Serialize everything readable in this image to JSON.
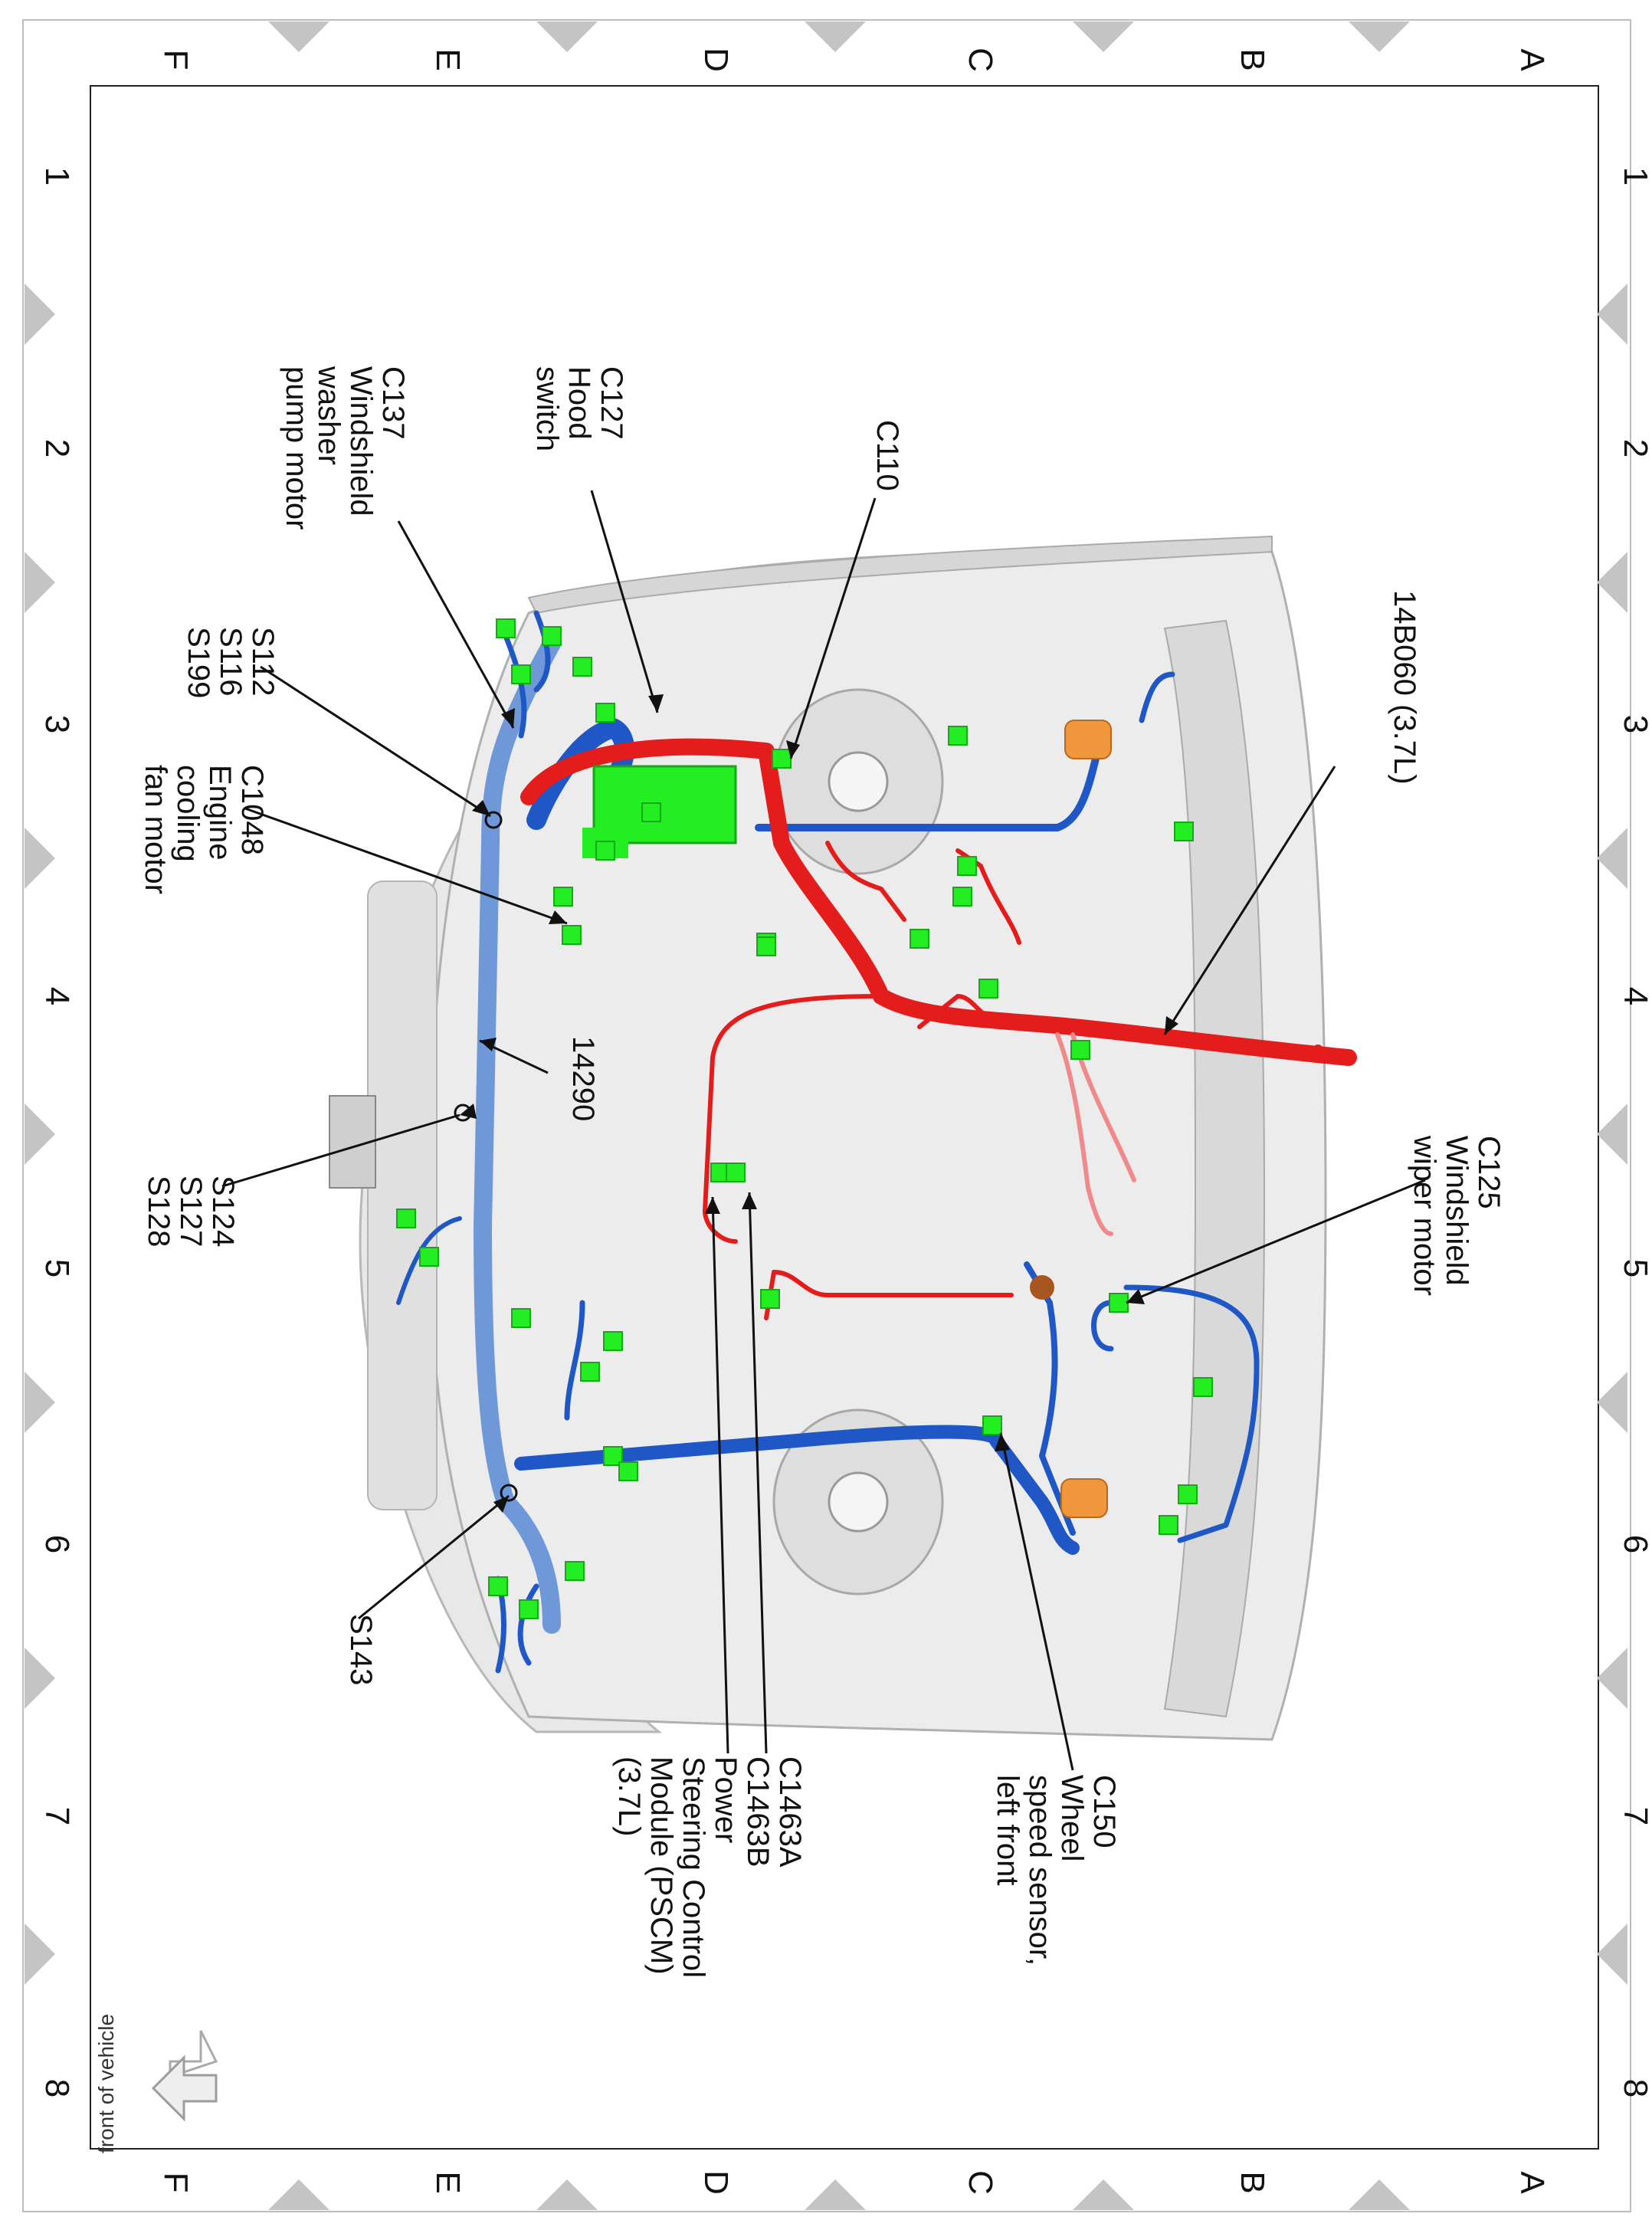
{
  "grid": {
    "letters": [
      "A",
      "B",
      "C",
      "D",
      "E",
      "F"
    ],
    "numbers": [
      "1",
      "2",
      "3",
      "4",
      "5",
      "6",
      "7",
      "8"
    ]
  },
  "labels": {
    "c110": [
      "C110"
    ],
    "c127": [
      "C127",
      "Hood",
      "switch"
    ],
    "c137": [
      "C137",
      "Windshield",
      "washer",
      "pump motor"
    ],
    "s112": [
      "S112",
      "S116",
      "S199"
    ],
    "c1048": [
      "C1048",
      "Engine",
      "cooling",
      "fan motor"
    ],
    "h14b060": [
      "14B060 (3.7L)"
    ],
    "h14290": [
      "14290"
    ],
    "s124": [
      "S124",
      "S127",
      "S128"
    ],
    "c125": [
      "C125",
      "Windshield",
      "wiper motor"
    ],
    "s143": [
      "S143"
    ],
    "c150": [
      "C150",
      "Wheel",
      "speed sensor,",
      "left front"
    ],
    "c1463": [
      "C1463A",
      "C1463B",
      "Power",
      "Steering Control",
      "Module (PSCM)",
      "(3.7L)"
    ]
  },
  "front_indicator": "front of vehicle",
  "colors": {
    "power_harness": "#e41c1c",
    "engine_harness": "#1f57c7",
    "harness_light": "#6f98d8",
    "connector": "#22ee22",
    "grommet": "#f0963c",
    "body": "#e3e3e3",
    "border_triangle": "#c4c4c4"
  }
}
